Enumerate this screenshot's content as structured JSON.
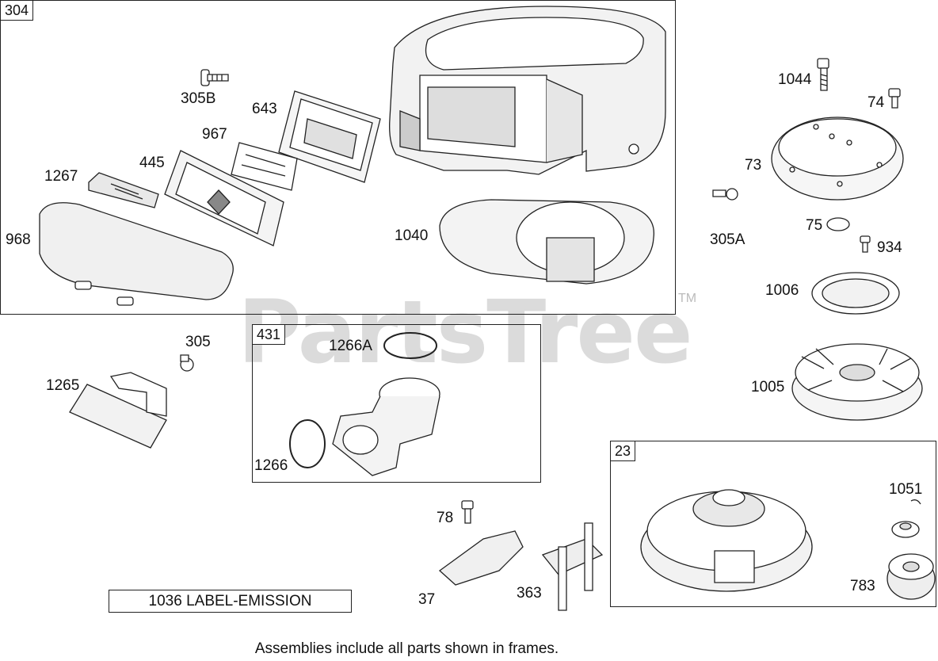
{
  "diagram": {
    "frames": [
      {
        "id": "frame-304",
        "tag": "304"
      },
      {
        "id": "frame-431",
        "tag": "431"
      },
      {
        "id": "frame-23",
        "tag": "23"
      }
    ],
    "callouts": {
      "c305B": "305B",
      "c643": "643",
      "c967": "967",
      "c445": "445",
      "c1267": "1267",
      "c968": "968",
      "c1040": "1040",
      "c1044": "1044",
      "c74": "74",
      "c73": "73",
      "c305A": "305A",
      "c75": "75",
      "c934": "934",
      "c1006": "1006",
      "c1005": "1005",
      "c305": "305",
      "c1265": "1265",
      "c1266A": "1266A",
      "c1266": "1266",
      "c78": "78",
      "c37": "37",
      "c363": "363",
      "c1051": "1051",
      "c783": "783"
    },
    "label_box": "1036 LABEL-EMISSION",
    "footer": "Assemblies include all parts shown in frames.",
    "watermark": "PartsTree",
    "watermark_tm": "TM"
  }
}
